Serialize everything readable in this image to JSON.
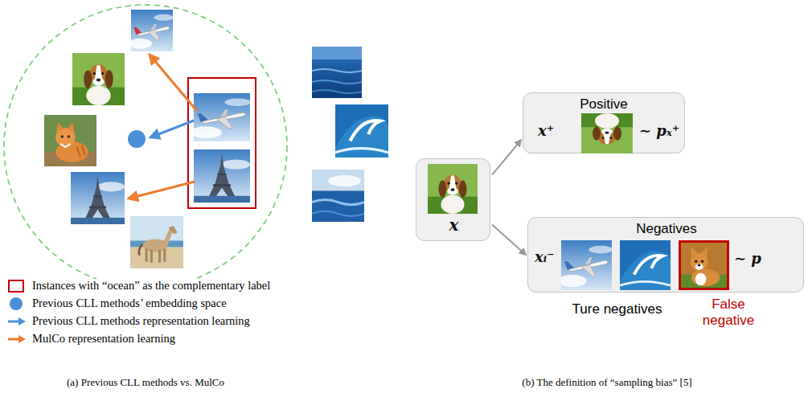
{
  "diagram": {
    "nodes": [
      {
        "text": [
          "x"
        ]
      },
      {
        "text": [
          "Positive",
          "x⁺",
          "∼ pₓ⁺"
        ]
      },
      {
        "text": [
          "Negatives",
          "xᵢ⁻",
          "∼ p"
        ]
      }
    ],
    "edges": [
      {
        "from": 0,
        "to": 1,
        "arrow": "to"
      },
      {
        "from": 0,
        "to": 2,
        "arrow": "to"
      }
    ],
    "labels": [
      "Ture negatives",
      "False negative",
      "(a) Previous CLL methods vs. MulCo",
      "(b) The definition of “sampling bias” [5]"
    ],
    "legend": [
      {
        "text": "Instances with “ocean” as the complementary label"
      },
      {
        "text": "Previous CLL methods’ embedding space"
      },
      {
        "text": "Previous CLL methods representation learning"
      },
      {
        "text": "MulCo representation learning"
      }
    ]
  }
}
